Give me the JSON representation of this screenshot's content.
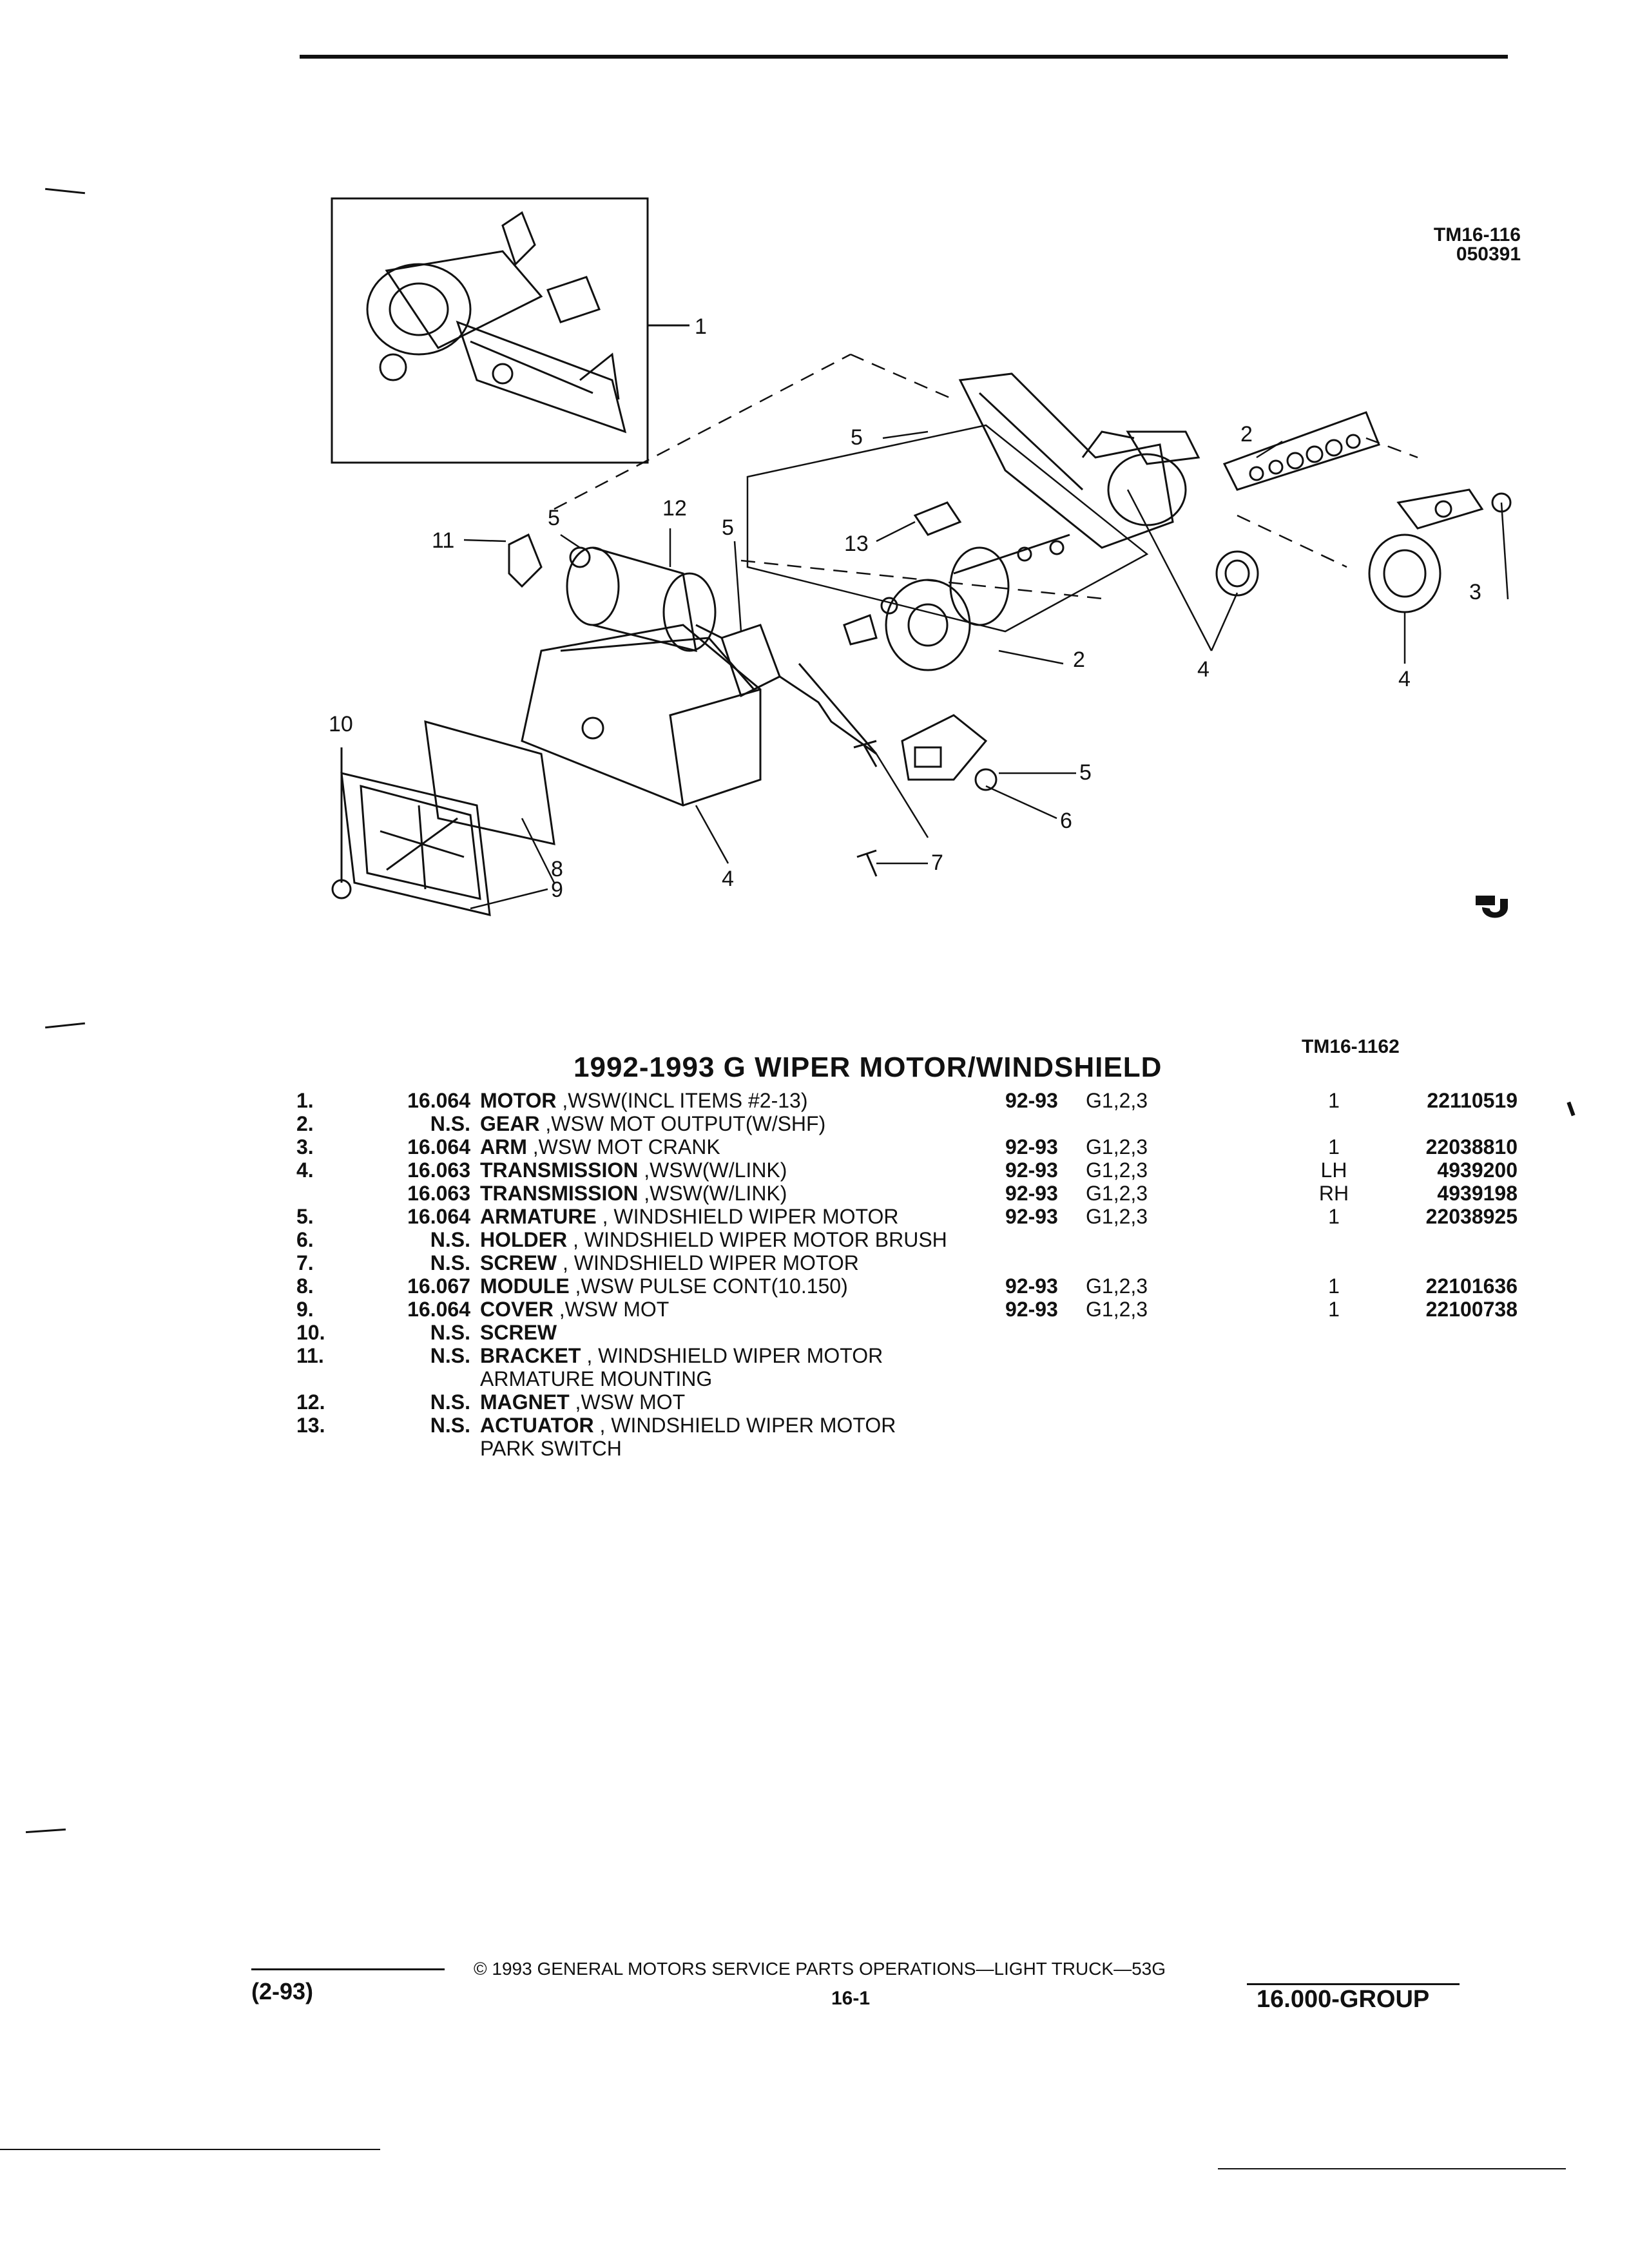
{
  "figure": {
    "id_top": "TM16-116",
    "date_code": "050391",
    "id_bottom": "TM16-1162",
    "callouts": [
      "1",
      "2",
      "2",
      "3",
      "4",
      "4",
      "4",
      "5",
      "5",
      "5",
      "5",
      "6",
      "7",
      "8",
      "9",
      "10",
      "11",
      "12",
      "13"
    ],
    "logo_text": "GM"
  },
  "section_title": "1992-1993 G WIPER MOTOR/WINDSHIELD",
  "parts": [
    {
      "num": "1.",
      "group": "16.064",
      "name": "MOTOR",
      "desc": " ,WSW(INCL ITEMS #2-13)",
      "years": "92-93",
      "series": "G1,2,3",
      "qty": "1",
      "part": "22110519"
    },
    {
      "num": "2.",
      "group": "N.S.",
      "name": "GEAR",
      "desc": " ,WSW MOT OUTPUT(W/SHF)",
      "years": "",
      "series": "",
      "qty": "",
      "part": ""
    },
    {
      "num": "3.",
      "group": "16.064",
      "name": "ARM",
      "desc": " ,WSW MOT CRANK",
      "years": "92-93",
      "series": "G1,2,3",
      "qty": "1",
      "part": "22038810"
    },
    {
      "num": "4.",
      "group": "16.063",
      "name": "TRANSMISSION",
      "desc": " ,WSW(W/LINK)",
      "years": "92-93",
      "series": "G1,2,3",
      "qty": "LH",
      "part": "4939200"
    },
    {
      "num": "",
      "group": "16.063",
      "name": "TRANSMISSION",
      "desc": " ,WSW(W/LINK)",
      "years": "92-93",
      "series": "G1,2,3",
      "qty": "RH",
      "part": "4939198"
    },
    {
      "num": "5.",
      "group": "16.064",
      "name": "ARMATURE",
      "desc": " , WINDSHIELD WIPER MOTOR",
      "years": "92-93",
      "series": "G1,2,3",
      "qty": "1",
      "part": "22038925"
    },
    {
      "num": "6.",
      "group": "N.S.",
      "name": "HOLDER",
      "desc": " , WINDSHIELD WIPER MOTOR BRUSH",
      "years": "",
      "series": "",
      "qty": "",
      "part": ""
    },
    {
      "num": "7.",
      "group": "N.S.",
      "name": "SCREW",
      "desc": " , WINDSHIELD WIPER MOTOR",
      "years": "",
      "series": "",
      "qty": "",
      "part": ""
    },
    {
      "num": "8.",
      "group": "16.067",
      "name": "MODULE",
      "desc": " ,WSW PULSE CONT(10.150)",
      "years": "92-93",
      "series": "G1,2,3",
      "qty": "1",
      "part": "22101636"
    },
    {
      "num": "9.",
      "group": "16.064",
      "name": "COVER",
      "desc": " ,WSW MOT",
      "years": "92-93",
      "series": "G1,2,3",
      "qty": "1",
      "part": "22100738"
    },
    {
      "num": "10.",
      "group": "N.S.",
      "name": "SCREW",
      "desc": "",
      "years": "",
      "series": "",
      "qty": "",
      "part": ""
    },
    {
      "num": "11.",
      "group": "N.S.",
      "name": "BRACKET",
      "desc": " , WINDSHIELD WIPER MOTOR",
      "years": "",
      "series": "",
      "qty": "",
      "part": ""
    },
    {
      "num": "",
      "group": "",
      "name": "",
      "desc": "ARMATURE MOUNTING",
      "years": "",
      "series": "",
      "qty": "",
      "part": ""
    },
    {
      "num": "12.",
      "group": "N.S.",
      "name": "MAGNET",
      "desc": " ,WSW MOT",
      "years": "",
      "series": "",
      "qty": "",
      "part": ""
    },
    {
      "num": "13.",
      "group": "N.S.",
      "name": "ACTUATOR",
      "desc": " , WINDSHIELD WIPER MOTOR",
      "years": "",
      "series": "",
      "qty": "",
      "part": ""
    },
    {
      "num": "",
      "group": "",
      "name": "",
      "desc": "PARK SWITCH",
      "years": "",
      "series": "",
      "qty": "",
      "part": ""
    }
  ],
  "footer": {
    "date": "(2-93)",
    "copyright": "© 1993 GENERAL MOTORS SERVICE PARTS OPERATIONS—LIGHT TRUCK—53G",
    "page": "16-1",
    "group": "16.000-GROUP"
  }
}
